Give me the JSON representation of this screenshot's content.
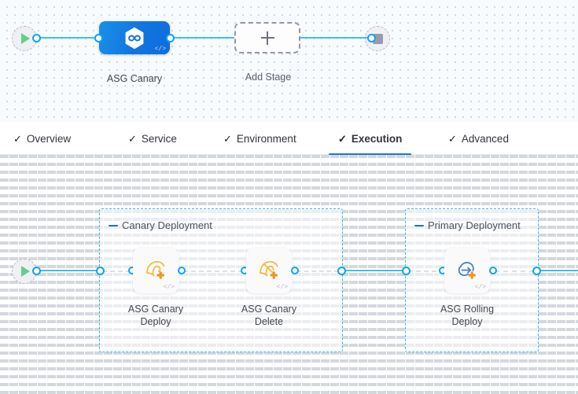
{
  "stage_canvas": {
    "start_node": {
      "name": "Pipeline Start",
      "icon": "play-icon"
    },
    "end_node": {
      "name": "Pipeline End",
      "icon": "stop-icon"
    },
    "stages": [
      {
        "id": "asg-canary",
        "label": "ASG Canary",
        "icon": "hexagon-infinity-icon",
        "badge": "</>",
        "selected": true
      }
    ],
    "add_stage": {
      "label": "Add Stage",
      "icon": "plus-icon"
    }
  },
  "tabs": [
    {
      "id": "overview",
      "label": "Overview",
      "check": "✓",
      "active": false
    },
    {
      "id": "service",
      "label": "Service",
      "check": "✓",
      "active": false
    },
    {
      "id": "environment",
      "label": "Environment",
      "check": "✓",
      "active": false
    },
    {
      "id": "execution",
      "label": "Execution",
      "check": "✓",
      "active": true
    },
    {
      "id": "advanced",
      "label": "Advanced",
      "check": "✓",
      "active": false
    }
  ],
  "execution_canvas": {
    "start_node": {
      "name": "Execution Start",
      "icon": "play-icon"
    },
    "groups": [
      {
        "id": "canary-deployment",
        "label": "Canary Deployment",
        "steps": [
          {
            "id": "asg-canary-deploy",
            "label": "ASG Canary Deploy",
            "label_line1": "ASG Canary",
            "label_line2": "Deploy",
            "icon": "asg-canary-deploy-icon",
            "badge": "</>"
          },
          {
            "id": "asg-canary-delete",
            "label": "ASG Canary Delete",
            "label_line1": "ASG Canary",
            "label_line2": "Delete",
            "icon": "asg-canary-delete-icon",
            "badge": "</>"
          }
        ]
      },
      {
        "id": "primary-deployment",
        "label": "Primary Deployment",
        "steps": [
          {
            "id": "asg-rolling-deploy",
            "label": "ASG Rolling Deploy",
            "label_line1": "ASG Rolling",
            "label_line2": "Deploy",
            "icon": "asg-rolling-deploy-icon",
            "badge": "</>"
          }
        ]
      }
    ]
  },
  "colors": {
    "accent_blue": "#1a7ad4",
    "link_blue": "#41c0f0",
    "connector_blue": "#0fa3f0",
    "group_dash_blue": "#31b4f2",
    "stage_gradient_start": "#1a8fe8",
    "stage_gradient_end": "#0e6ddc",
    "play_green": "#5fd08b",
    "stop_gray": "#9a9aad",
    "icon_orange": "#f6921e",
    "icon_gold": "#f5b731",
    "canvas_top_bg": "#f7fbfd",
    "canvas_bottom_bg": "#ffffff"
  }
}
